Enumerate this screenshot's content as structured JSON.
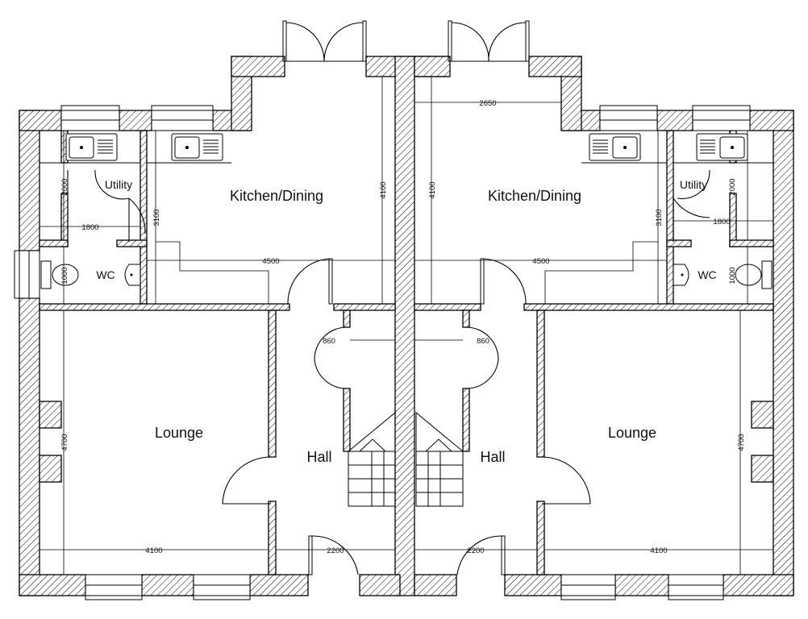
{
  "rooms": {
    "left": {
      "kitchen": "Kitchen/Dining",
      "utility": "Utility",
      "wc": "WC",
      "lounge": "Lounge",
      "hall": "Hall"
    },
    "right": {
      "kitchen": "Kitchen/Dining",
      "utility": "Utility",
      "wc": "WC",
      "lounge": "Lounge",
      "hall": "Hall"
    }
  },
  "dimensions": {
    "left": {
      "utility_depth": "2000",
      "utility_width": "1800",
      "wc_depth": "1000",
      "kitchen_side_depth": "3100",
      "kitchen_width": "4500",
      "kitchen_depth": "4100",
      "hall_door": "860",
      "lounge_depth": "4700",
      "lounge_width": "4100",
      "hall_width": "2200"
    },
    "right": {
      "kitchen_top_width": "2650",
      "kitchen_depth": "4100",
      "kitchen_width": "4500",
      "kitchen_side_depth": "3100",
      "utility_depth": "2000",
      "utility_width": "1800",
      "wc_depth": "1000",
      "hall_door": "860",
      "lounge_depth": "4700",
      "lounge_width": "4100",
      "hall_width": "2200"
    }
  },
  "colors": {
    "ink": "#000000",
    "paper": "#ffffff"
  }
}
